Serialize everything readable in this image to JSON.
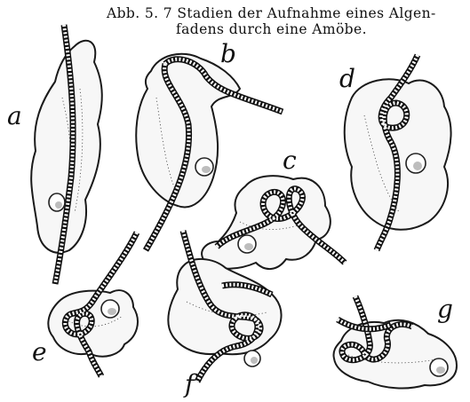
{
  "caption": {
    "line1": "Abb. 5. 7 Stadien der Aufnahme eines Algen-",
    "line2": "fadens durch eine Amöbe."
  },
  "labels": {
    "a": "a",
    "b": "b",
    "c": "c",
    "d": "d",
    "e": "e",
    "f": "f",
    "g": "g"
  }
}
